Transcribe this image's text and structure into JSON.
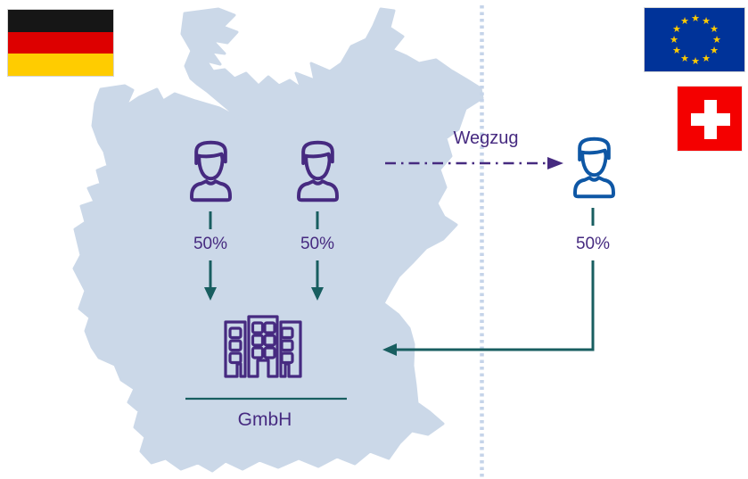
{
  "colors": {
    "purple": "#462A80",
    "teal": "#185E60",
    "blue_person": "#0E57A5",
    "map_fill": "#CBD8E8",
    "divider_dots": "#C5D4E9",
    "german_flag": [
      "#161616",
      "#DD0000",
      "#FFCC00"
    ],
    "eu_flag_field": "#003399",
    "eu_flag_stars": "#FFCC00",
    "swiss_flag_field": "#F40000",
    "swiss_flag_cross": "#FFFFFF"
  },
  "icons": {
    "star": "★",
    "germany_map": "germany-map-silhouette",
    "person": "person-bust-icon",
    "company": "office-building-icon"
  },
  "shareholders": {
    "left": {
      "share": "50%"
    },
    "middle": {
      "share": "50%"
    },
    "emigrated": {
      "share": "50%"
    }
  },
  "migration": {
    "label": "Wegzug"
  },
  "company": {
    "name": "GmbH"
  }
}
